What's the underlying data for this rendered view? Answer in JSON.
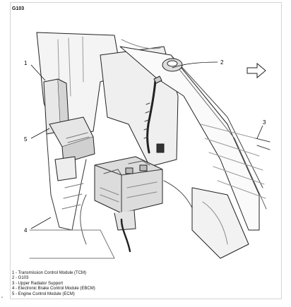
{
  "figure": {
    "title": "G103",
    "callouts": [
      "1",
      "2",
      "3",
      "4",
      "5"
    ],
    "legend": [
      "1 - Transmission Control Module (TCM)",
      "2 - G103",
      "3 - Upper Radiator Support",
      "4 - Electronic Brake Control Module (EBCM)",
      "5 - Engine Control Module (ECM)"
    ],
    "corner_mark": "\""
  },
  "icons": {
    "direction": "forward-arrow-icon"
  }
}
